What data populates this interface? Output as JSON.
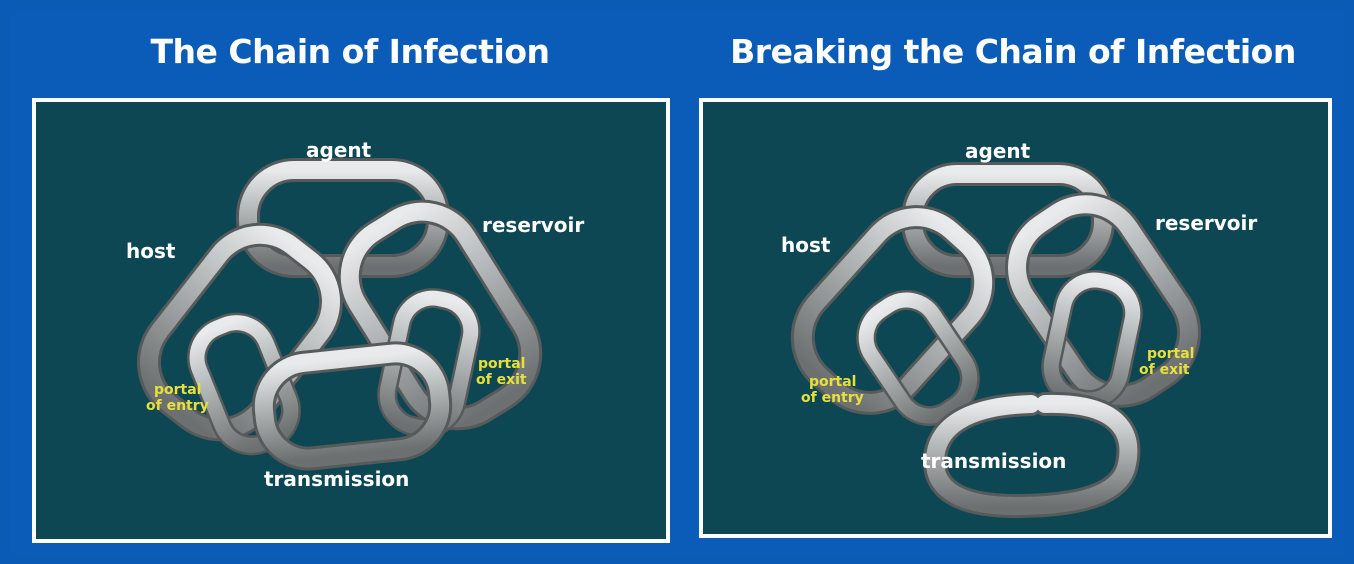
{
  "left": {
    "title": "The Chain of Infection",
    "labels": {
      "agent": "agent",
      "reservoir": "reservoir",
      "host": "host",
      "portal_exit_1": "portal",
      "portal_exit_2": "of exit",
      "portal_entry_1": "portal",
      "portal_entry_2": "of entry",
      "transmission": "transmission"
    }
  },
  "right": {
    "title": "Breaking the Chain of Infection",
    "labels": {
      "agent": "agent",
      "reservoir": "reservoir",
      "host": "host",
      "portal_exit_1": "portal",
      "portal_exit_2": "of exit",
      "portal_entry_1": "portal",
      "portal_entry_2": "of entry",
      "transmission": "transmission"
    }
  },
  "colors": {
    "background": "#0b5cb8",
    "panel": "#0d4753",
    "link": "#b9bcbd",
    "label_white": "#ffffff",
    "label_yellow": "#e8e03a"
  }
}
